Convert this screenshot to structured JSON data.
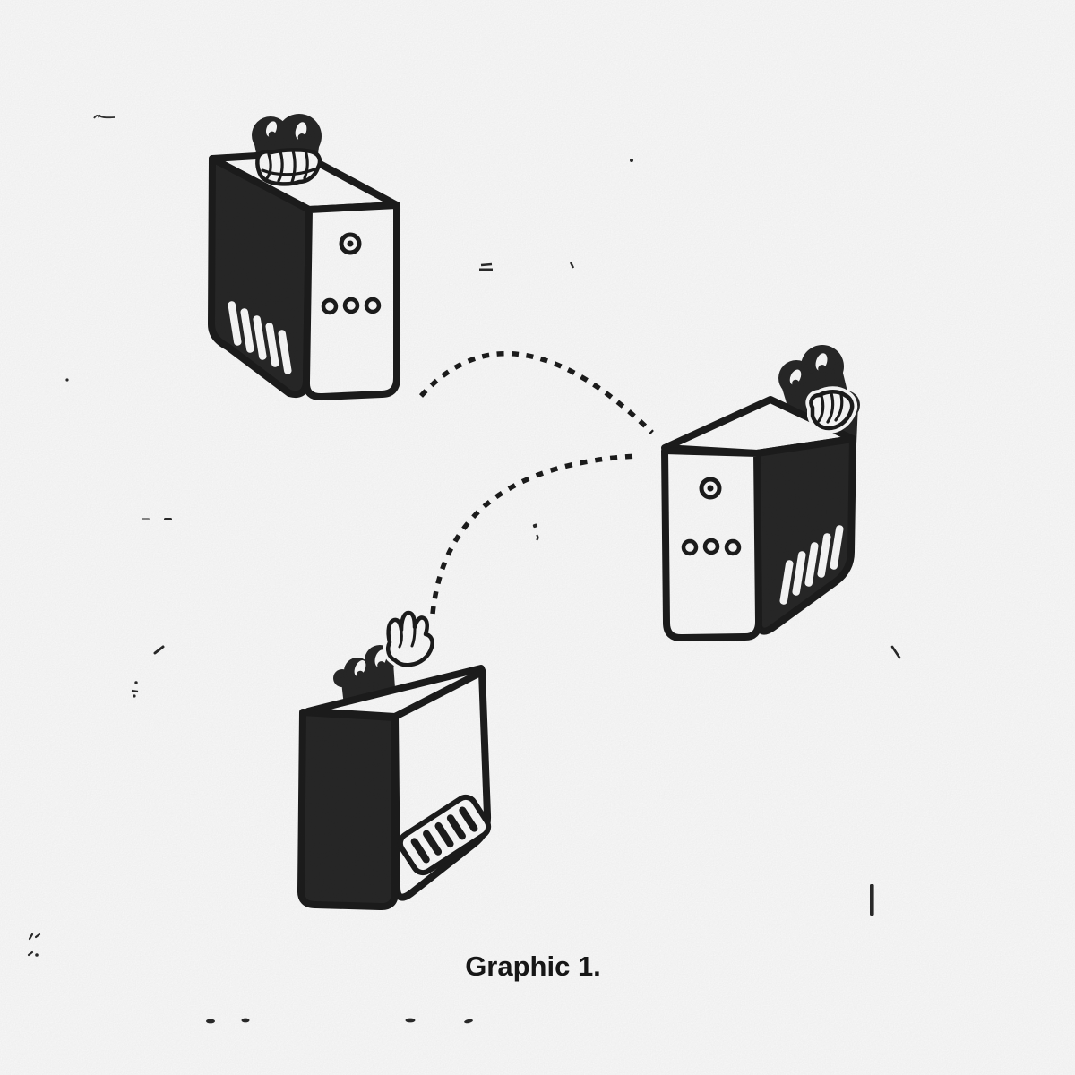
{
  "figure": {
    "caption": "Graphic 1.",
    "description": "Three cartoon computer towers with creatures peeking from behind them, linked by dashed arcs",
    "servers": [
      {
        "id": "server-top-left",
        "position": "top-left",
        "creature": "peeking creature with striped paws on top edge"
      },
      {
        "id": "server-right",
        "position": "middle-right",
        "creature": "peeking creature gripping top edge with gloved hand"
      },
      {
        "id": "server-bottom",
        "position": "bottom-center",
        "creature": "peeking creature waving gloved hand"
      }
    ],
    "connections": [
      {
        "from": "server-top-left",
        "to": "server-right",
        "style": "dashed-arc"
      },
      {
        "from": "server-bottom",
        "to": "server-right",
        "style": "dashed-arc"
      }
    ]
  },
  "colors": {
    "ink": "#1d1d1d",
    "panel_dark": "#282828",
    "paper": "#fdfdfd"
  }
}
